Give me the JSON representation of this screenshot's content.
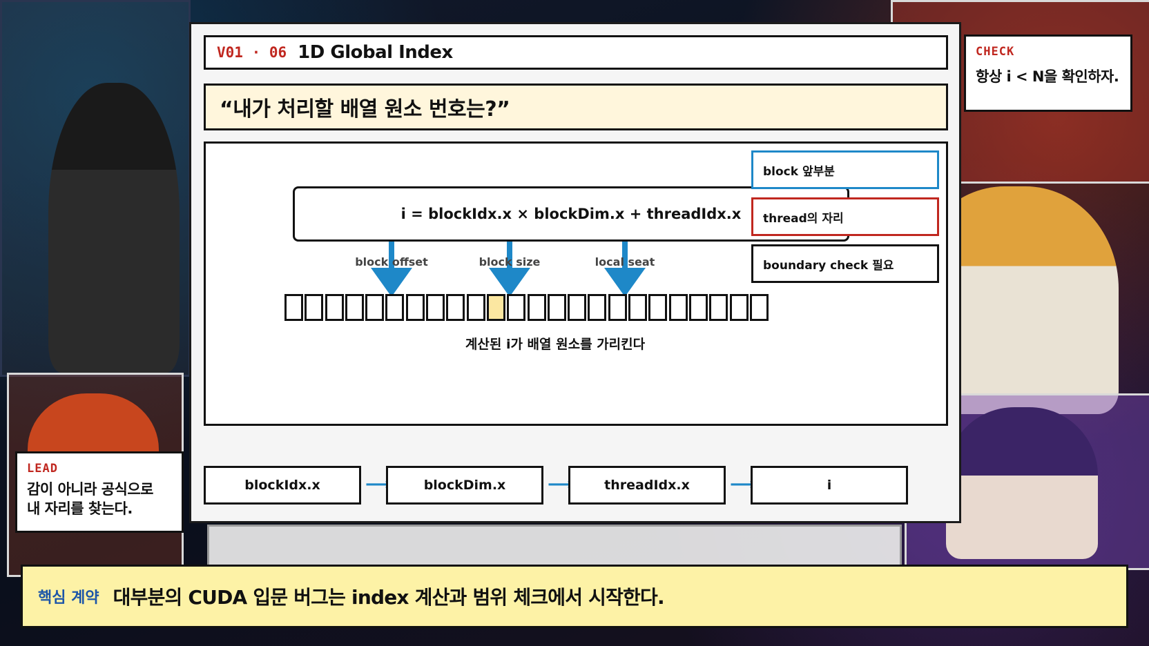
{
  "header": {
    "code": "V01 · 06",
    "title": "1D Global Index"
  },
  "question": "“내가 처리할 배열 원소 번호는?”",
  "diagram": {
    "formula": "i = blockIdx.x × blockDim.x + threadIdx.x",
    "notes": [
      {
        "text": "block 앞부분"
      },
      {
        "text": "thread의 자리"
      },
      {
        "text": "boundary check 필요"
      }
    ],
    "arrows": [
      {
        "label": "block offset"
      },
      {
        "label": "block size"
      },
      {
        "label": "local seat"
      }
    ],
    "cells": {
      "count": 24,
      "highlighted_index": 10
    },
    "caption": "계산된 i가 배열 원소를 가리킨다",
    "colors": {
      "accent": "#1e88c8",
      "warn": "#c0271f",
      "highlight": "#fbe7a1"
    }
  },
  "flow": [
    "blockIdx.x",
    "blockDim.x",
    "threadIdx.x",
    "i"
  ],
  "lead": {
    "tag": "LEAD",
    "text_line1": "감이 아니라 공식으로",
    "text_line2": "내 자리를 찾는다."
  },
  "check": {
    "tag": "CHECK",
    "text": "항상 i < N을 확인하자."
  },
  "core": {
    "tag": "핵심 계약",
    "text": "대부분의 CUDA 입문 버그는 index 계산과 범위 체크에서 시작한다."
  }
}
